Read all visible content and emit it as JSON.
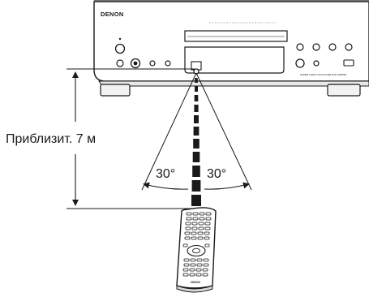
{
  "device": {
    "brand": "DENON",
    "model_text": "SUPER AUDIO CD PLAYER DCD-1650SE"
  },
  "distance": {
    "label": "Приблизит. 7 м"
  },
  "angles": {
    "left": "30°",
    "right": "30°"
  },
  "remote": {
    "brand": "DENON"
  }
}
